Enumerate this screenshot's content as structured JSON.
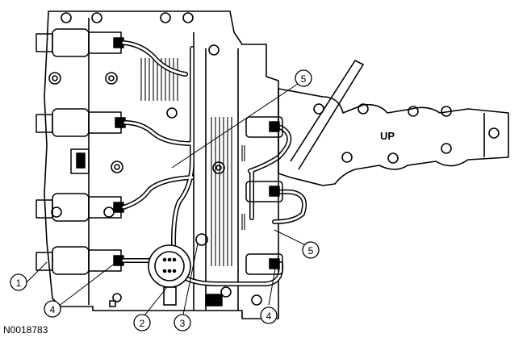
{
  "figure_id": "N0018783",
  "cover_text": "UP",
  "callouts": [
    {
      "id": "c1",
      "label": "1"
    },
    {
      "id": "c2",
      "label": "2"
    },
    {
      "id": "c3",
      "label": "3"
    },
    {
      "id": "c4a",
      "label": "4"
    },
    {
      "id": "c4b",
      "label": "4"
    },
    {
      "id": "c5a",
      "label": "5"
    },
    {
      "id": "c5b",
      "label": "5"
    }
  ],
  "colors": {
    "line": "#000000",
    "background": "#ffffff"
  }
}
